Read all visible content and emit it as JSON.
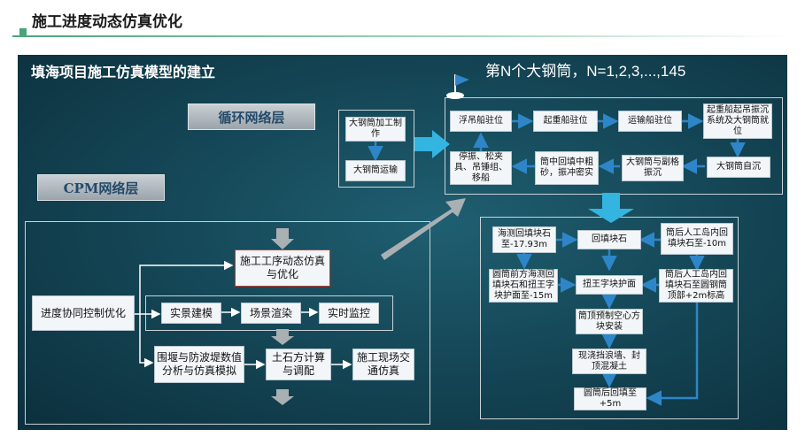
{
  "header": {
    "title": "施工进度动态仿真优化"
  },
  "panel": {
    "title": "填海项目施工仿真模型的建立",
    "nth_label": "第N个大钢筒，N=1,2,3,...,145"
  },
  "layers": {
    "cycle": "循环网络层",
    "cpm": "CPM网络层"
  },
  "steel_prep": {
    "fabrication": "大钢筒加工制作",
    "transport": "大钢筒运输"
  },
  "cycle_boxes": {
    "float_crane": "浮吊船驻位",
    "lift_ship": "起重船驻位",
    "transport_ship": "运输船驻位",
    "crane_system": "起重船起吊振沉系统及大钢筒就位",
    "self_sink": "大钢筒自沉",
    "vibrate": "大钢筒与副格振沉",
    "fill": "筒中回填中粗砂，振冲密实",
    "stop": "停振、松夹具、吊锤组、移船"
  },
  "right_boxes": {
    "sea_fill": "海测回填块石至-17.93m",
    "backfill_stone": "回填块石",
    "island_fill": "筒后人工岛内回填块石至-10m",
    "front_fill": "圆筒前方海测回填块石和扭王字块护面至-15m",
    "twist_block": "扭王字块护面",
    "island_top": "筒后人工岛内回填块石至圆钢筒顶部+2m标高",
    "hollow_block": "筒顶预制空心方块安装",
    "wave_wall": "现浇挡浪墙、封顶混凝土",
    "rear_fill": "圆筒后回填至+5m"
  },
  "cpm_boxes": {
    "progress": "进度协同控制优化",
    "process_sim": "施工工序动态仿真与优化",
    "scene_build": "实景建模",
    "scene_render": "场景渲染",
    "monitor": "实时监控",
    "cofferdam": "围堰与防波堤数值分析与仿真模拟",
    "earthwork": "土石方计算与调配",
    "traffic": "施工现场交通仿真"
  },
  "colors": {
    "arrow_blue": "#2e86c8",
    "big_arrow": "#34b4e0",
    "grey_arrow": "#a9b0b4",
    "accent_green": "#4aa37a"
  }
}
